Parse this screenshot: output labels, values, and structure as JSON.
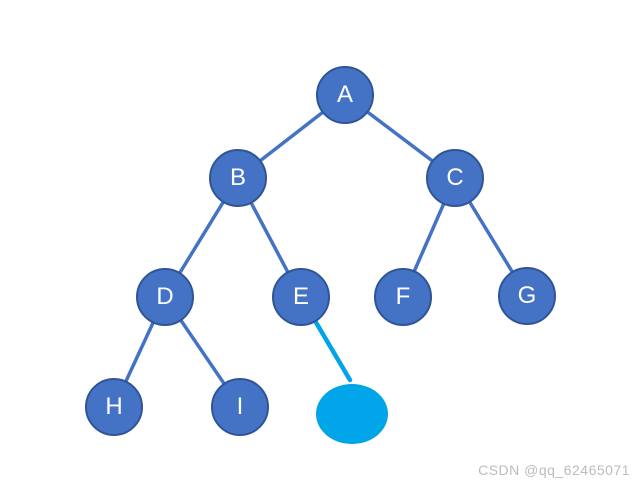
{
  "diagram": {
    "type": "binary-tree",
    "nodes": [
      {
        "id": "A",
        "label": "A"
      },
      {
        "id": "B",
        "label": "B"
      },
      {
        "id": "C",
        "label": "C"
      },
      {
        "id": "D",
        "label": "D"
      },
      {
        "id": "E",
        "label": "E"
      },
      {
        "id": "F",
        "label": "F"
      },
      {
        "id": "G",
        "label": "G"
      },
      {
        "id": "H",
        "label": "H"
      },
      {
        "id": "I",
        "label": "I"
      },
      {
        "id": "NEW",
        "label": ""
      }
    ],
    "edges": [
      {
        "from": "A",
        "to": "B",
        "style": "normal"
      },
      {
        "from": "A",
        "to": "C",
        "style": "normal"
      },
      {
        "from": "B",
        "to": "D",
        "style": "normal"
      },
      {
        "from": "B",
        "to": "E",
        "style": "normal"
      },
      {
        "from": "C",
        "to": "F",
        "style": "normal"
      },
      {
        "from": "C",
        "to": "G",
        "style": "normal"
      },
      {
        "from": "D",
        "to": "H",
        "style": "normal"
      },
      {
        "from": "D",
        "to": "I",
        "style": "normal"
      },
      {
        "from": "E",
        "to": "NEW",
        "style": "highlight"
      }
    ],
    "colors": {
      "node_fill": "#4472C4",
      "node_border": "#2F5597",
      "edge": "#4472C4",
      "highlight": "#00A4E8"
    }
  },
  "watermark": "CSDN @qq_62465071"
}
